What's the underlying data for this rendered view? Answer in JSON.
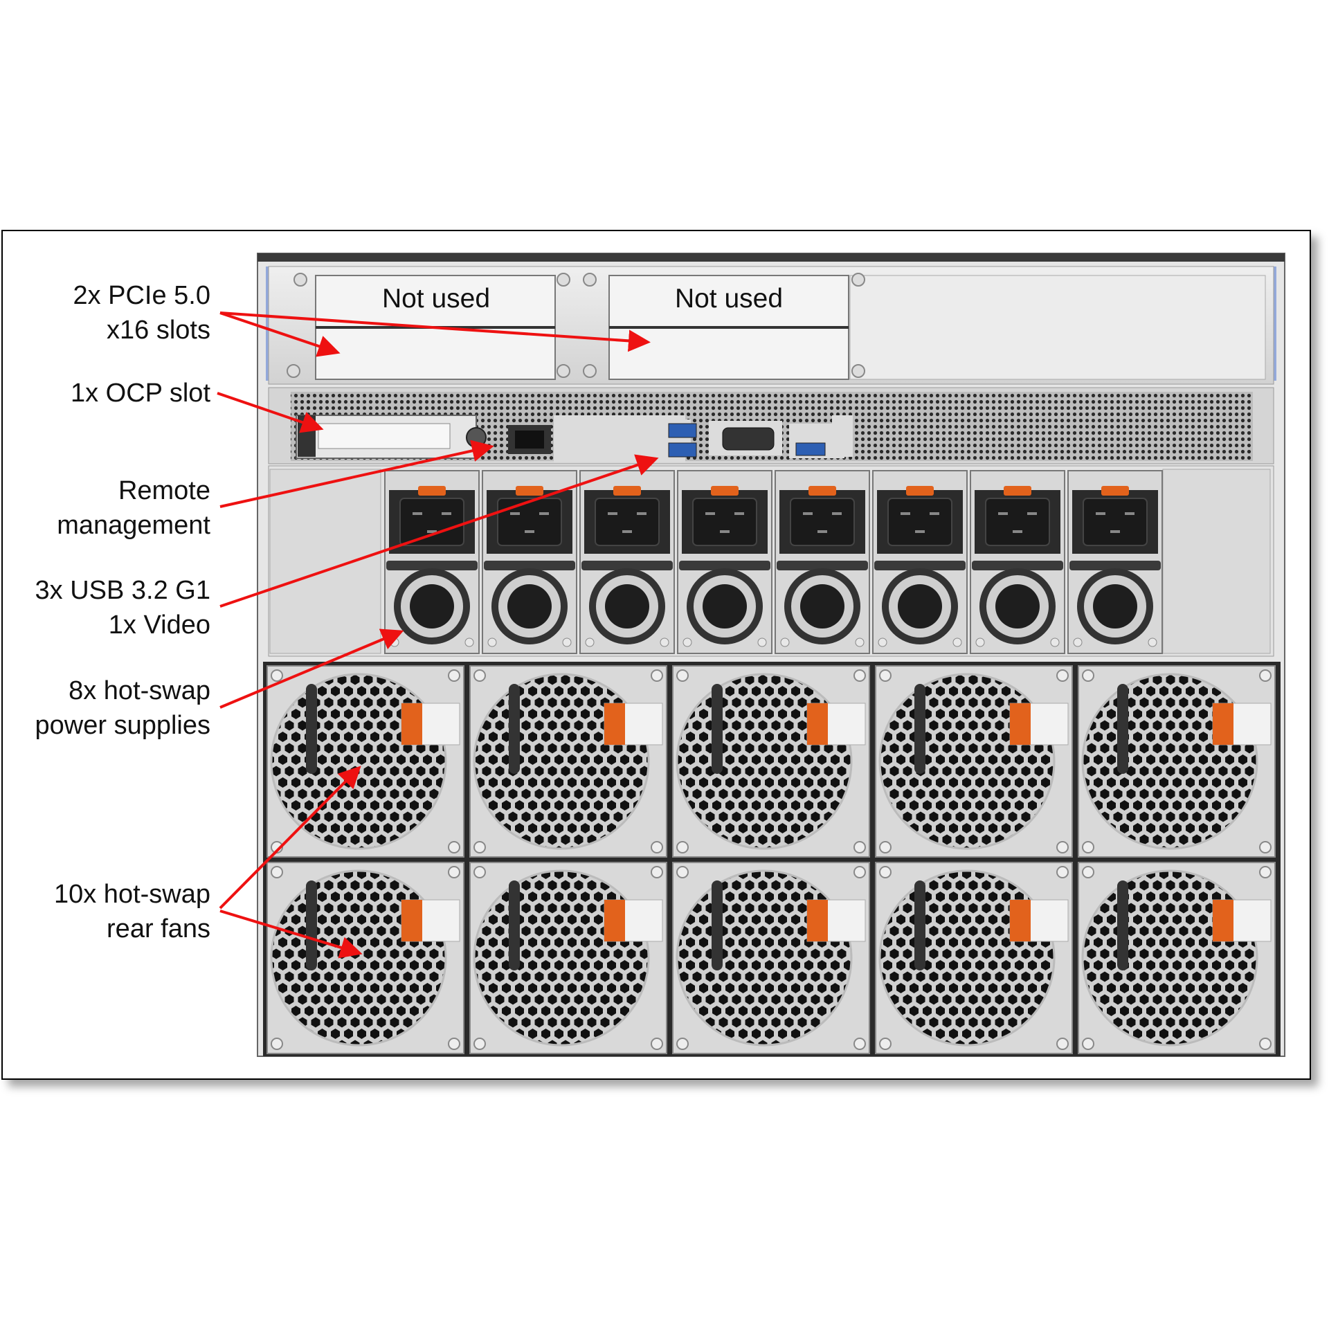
{
  "slot_labels": {
    "left": "Not used",
    "right": "Not used"
  },
  "callouts": {
    "pcie": {
      "line1": "2x PCIe 5.0",
      "line2": "x16 slots"
    },
    "ocp": {
      "line1": "1x OCP slot"
    },
    "remote": {
      "line1": "Remote",
      "line2": "management"
    },
    "usb": {
      "line1": "3x USB 3.2 G1",
      "line2": "1x Video"
    },
    "psu": {
      "line1": "8x hot-swap",
      "line2": "power supplies"
    },
    "fans": {
      "line1": "10x hot-swap",
      "line2": "rear fans"
    }
  },
  "counts": {
    "power_supplies": 8,
    "rear_fans": 10
  },
  "colors": {
    "arrow": "#ee1111",
    "release_tab": "#e2621c",
    "chassis": "#d9d9d9",
    "frame": "#000000"
  }
}
